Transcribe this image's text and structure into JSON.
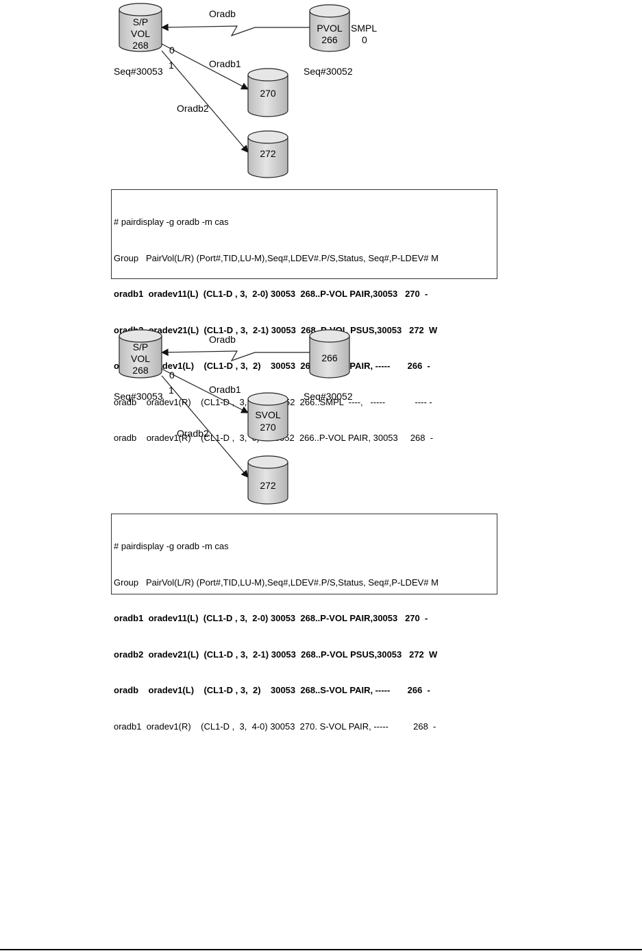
{
  "diagram1": {
    "volumes": {
      "sp": {
        "line1": "S/P",
        "line2": "VOL",
        "line3": "268"
      },
      "remote": {
        "line1": "PVOL",
        "line2": "266"
      },
      "vol270": {
        "line1": "270"
      },
      "vol272": {
        "line1": "272"
      }
    },
    "labels": {
      "oradb": "Oradb",
      "oradb1": "Oradb1",
      "oradb2": "Oradb2",
      "mu0": "0",
      "mu1": "1",
      "seq_local": "Seq#30053",
      "seq_remote": "Seq#30052",
      "smpl": "SMPL",
      "smpl_value": "0"
    }
  },
  "box1": {
    "lines": [
      {
        "text": "# pairdisplay -g oradb -m cas",
        "bold": false
      },
      {
        "text": "Group   PairVol(L/R) (Port#,TID,LU-M),Seq#,LDEV#.P/S,Status, Seq#,P-LDEV# M",
        "bold": false
      },
      {
        "text": "oradb1  oradev11(L)  (CL1-D , 3,  2-0) 30053  268..P-VOL PAIR,30053   270  -",
        "bold": true
      },
      {
        "text": "oradb2  oradev21(L)  (CL1-D , 3,  2-1) 30053  268..P-VOL PSUS,30053   272  W",
        "bold": true
      },
      {
        "text": "oradb    oradev1(L)    (CL1-D , 3,  2)    30053  268..S-VOL PAIR, -----       266  -",
        "bold": true
      },
      {
        "text": "oradb    oradev1(R)    (CL1-D ,  3,  0-0) 30052  266..SMPL  ----,   -----            ---- -",
        "bold": false
      },
      {
        "text": "oradb    oradev1(R)    (CL1-D ,  3,  0)    30052  266..P-VOL PAIR, 30053     268  -",
        "bold": false
      }
    ]
  },
  "diagram2": {
    "volumes": {
      "sp": {
        "line1": "S/P",
        "line2": "VOL",
        "line3": "268"
      },
      "remote": {
        "line1": "266"
      },
      "vol270": {
        "line1": "SVOL",
        "line2": "270"
      },
      "vol272": {
        "line1": "272"
      }
    },
    "labels": {
      "oradb": "Oradb",
      "oradb1": "Oradb1",
      "oradb2": "Oradb2",
      "mu0": "0",
      "mu1": "1",
      "seq_local": "Seq#30053",
      "seq_remote": "Seq#30052"
    }
  },
  "box2": {
    "lines": [
      {
        "text": "# pairdisplay -g oradb -m cas",
        "bold": false
      },
      {
        "text": "Group   PairVol(L/R) (Port#,TID,LU-M),Seq#,LDEV#.P/S,Status, Seq#,P-LDEV# M",
        "bold": false
      },
      {
        "text": "oradb1  oradev11(L)  (CL1-D , 3,  2-0) 30053  268..P-VOL PAIR,30053   270  -",
        "bold": true
      },
      {
        "text": "oradb2  oradev21(L)  (CL1-D , 3,  2-1) 30053  268..P-VOL PSUS,30053   272  W",
        "bold": true
      },
      {
        "text": "oradb    oradev1(L)    (CL1-D , 3,  2)    30053  268..S-VOL PAIR, -----       266  -",
        "bold": true
      },
      {
        "text": "oradb1  oradev1(R)    (CL1-D ,  3,  4-0) 30053  270. S-VOL PAIR, -----          268  -",
        "bold": false
      }
    ]
  }
}
